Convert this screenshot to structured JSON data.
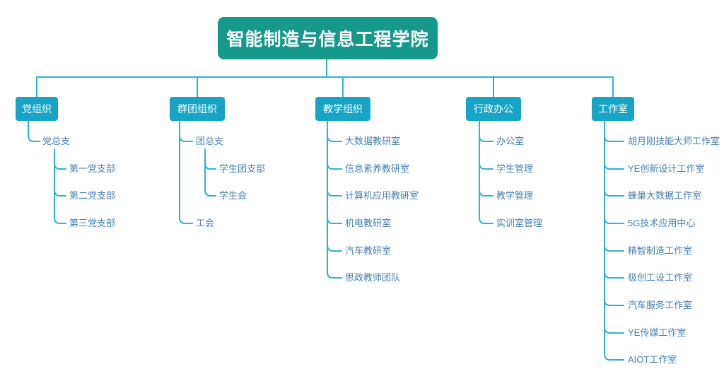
{
  "title": "智能制造与信息工程学院",
  "diagram_type": "organization-chart",
  "colors": {
    "root_bg": "#16998b",
    "root_text": "#ffffff",
    "branch_bg": "#18a4c6",
    "branch_text": "#ffffff",
    "connector_line": "#2db4d5",
    "leaf_text": "#4680b2",
    "background": "#ffffff"
  },
  "tree": {
    "root": "智能制造与信息工程学院",
    "branches": [
      {
        "label": "党组织",
        "children": [
          {
            "label": "党总支",
            "children": [
              {
                "label": "第一党支部"
              },
              {
                "label": "第二党支部"
              },
              {
                "label": "第三党支部"
              }
            ]
          }
        ]
      },
      {
        "label": "群团组织",
        "children": [
          {
            "label": "团总支",
            "children": [
              {
                "label": "学生团支部"
              },
              {
                "label": "学生会"
              }
            ]
          },
          {
            "label": "工会"
          }
        ]
      },
      {
        "label": "教学组织",
        "children": [
          {
            "label": "大数据教研室"
          },
          {
            "label": "信息素养教研室"
          },
          {
            "label": "计算机应用教研室"
          },
          {
            "label": "机电教研室"
          },
          {
            "label": "汽车教研室"
          },
          {
            "label": "思政教师团队"
          }
        ]
      },
      {
        "label": "行政办公",
        "children": [
          {
            "label": "办公室"
          },
          {
            "label": "学生管理"
          },
          {
            "label": "教学管理"
          },
          {
            "label": "实训室管理"
          }
        ]
      },
      {
        "label": "工作室",
        "children": [
          {
            "label": "胡月刚技能大师工作室"
          },
          {
            "label": "YE创新设计工作室"
          },
          {
            "label": "蜂巢大数据工作室"
          },
          {
            "label": "5G技术应用中心"
          },
          {
            "label": "精智制造工作室"
          },
          {
            "label": "极创工设工作室"
          },
          {
            "label": "汽车服务工作室"
          },
          {
            "label": "YE传媒工作室"
          },
          {
            "label": "AIOT工作室"
          }
        ]
      }
    ]
  }
}
